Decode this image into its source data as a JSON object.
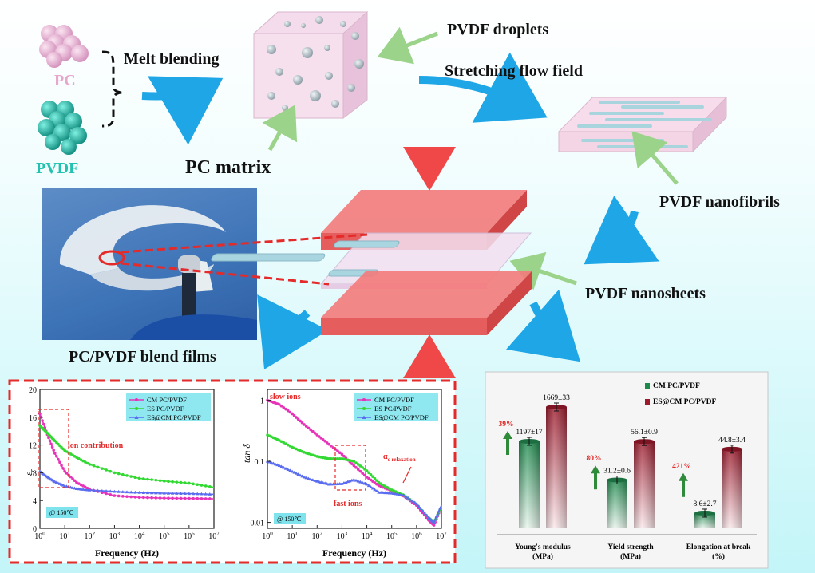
{
  "top": {
    "pc_label": "PC",
    "pvdf_label": "PVDF",
    "melt_blending": "Melt blending",
    "pvdf_droplets": "PVDF droplets",
    "stretching_flow_field": "Stretching flow field",
    "pc_matrix": "PC matrix",
    "pvdf_nanofibrils": "PVDF nanofibrils",
    "pvdf_nanosheets": "PVDF nanosheets",
    "blend_films": "PC/PVDF blend films"
  },
  "colors": {
    "pc_sphere": "#e3a4cc",
    "pvdf_sphere": "#1fb7a6",
    "arrow_blue": "#1fa6e6",
    "arrow_green": "#9cd38b",
    "arrow_red": "#f04848",
    "dashed_red": "#e52a2a",
    "cm": "#e733b9",
    "es": "#33d933",
    "escm": "#5a6cf0"
  },
  "chart_data": [
    {
      "type": "line",
      "xlabel": "Frequency (Hz)",
      "ylabel": "ε_r",
      "ylim": [
        0,
        20
      ],
      "xlog": true,
      "xlim": [
        1,
        10000000
      ],
      "xticks": [
        "10^0",
        "10^1",
        "10^2",
        "10^3",
        "10^4",
        "10^5",
        "10^6",
        "10^7"
      ],
      "yticks": [
        0,
        4,
        8,
        12,
        16,
        20
      ],
      "annotation": "ion contribution",
      "condition": "@ 150℃",
      "legend_position": "top-right",
      "series": [
        {
          "name": "CM PC/PVDF",
          "x": [
            1,
            2,
            4,
            10,
            30,
            100,
            1000,
            10000,
            100000,
            1000000,
            10000000
          ],
          "values": [
            16.5,
            13.5,
            10.8,
            8.2,
            6.6,
            5.6,
            4.7,
            4.45,
            4.35,
            4.3,
            4.25
          ]
        },
        {
          "name": "ES PC/PVDF",
          "x": [
            1,
            2,
            4,
            10,
            30,
            100,
            1000,
            10000,
            100000,
            1000000,
            10000000
          ],
          "values": [
            14.8,
            13.7,
            12.6,
            11.2,
            10.2,
            9.2,
            8.0,
            7.2,
            6.8,
            6.5,
            5.9
          ]
        },
        {
          "name": "ES@CM PC/PVDF",
          "x": [
            1,
            2,
            4,
            10,
            30,
            100,
            1000,
            10000,
            100000,
            1000000,
            10000000
          ],
          "values": [
            8.2,
            7.4,
            6.7,
            6.1,
            5.7,
            5.5,
            5.3,
            5.15,
            5.05,
            5.0,
            4.9
          ]
        }
      ]
    },
    {
      "type": "line",
      "xlabel": "Frequency (Hz)",
      "ylabel": "tan δ",
      "ylog": true,
      "ylim": [
        0.008,
        1.5
      ],
      "xlim": [
        1,
        10000000
      ],
      "xticks": [
        "10^0",
        "10^1",
        "10^2",
        "10^3",
        "10^4",
        "10^5",
        "10^6",
        "10^7"
      ],
      "yticks": [
        "0.01",
        "0.1",
        "1"
      ],
      "annotations": [
        "slow ions",
        "fast ions",
        "α_c relaxation"
      ],
      "condition": "@ 150℃",
      "legend_position": "top-right",
      "series": [
        {
          "name": "CM PC/PVDF",
          "x": [
            1,
            3,
            10,
            30,
            100,
            300,
            1000,
            3000,
            10000,
            30000,
            100000,
            300000,
            1000000,
            3000000,
            5000000,
            10000000
          ],
          "values": [
            1.0,
            0.85,
            0.6,
            0.4,
            0.27,
            0.19,
            0.13,
            0.085,
            0.055,
            0.04,
            0.033,
            0.027,
            0.019,
            0.011,
            0.009,
            0.018
          ]
        },
        {
          "name": "ES PC/PVDF",
          "x": [
            1,
            3,
            10,
            30,
            100,
            300,
            1000,
            3000,
            10000,
            30000,
            100000,
            300000,
            1000000,
            3000000,
            5000000,
            10000000
          ],
          "values": [
            0.27,
            0.22,
            0.17,
            0.14,
            0.12,
            0.11,
            0.11,
            0.1,
            0.07,
            0.045,
            0.034,
            0.028,
            0.02,
            0.012,
            0.01,
            0.018
          ]
        },
        {
          "name": "ES@CM PC/PVDF",
          "x": [
            1,
            3,
            10,
            30,
            100,
            300,
            1000,
            3000,
            10000,
            30000,
            100000,
            300000,
            1000000,
            3000000,
            5000000,
            10000000
          ],
          "values": [
            0.1,
            0.085,
            0.068,
            0.055,
            0.047,
            0.042,
            0.043,
            0.05,
            0.042,
            0.031,
            0.03,
            0.028,
            0.02,
            0.012,
            0.01,
            0.019
          ]
        }
      ]
    },
    {
      "type": "bar",
      "categories": [
        "Young's modulus\n(MPa)",
        "Yield strength\n(MPa)",
        "Elongation at break\n(%)"
      ],
      "series": [
        {
          "name": "CM PC/PVDF",
          "values": [
            1197,
            31.2,
            8.6
          ],
          "errors": [
            17,
            0.6,
            2.7
          ],
          "labels": [
            "1197±17",
            "31.2±0.6",
            "8.6±2.7"
          ]
        },
        {
          "name": "ES@CM PC/PVDF",
          "values": [
            1669,
            56.1,
            44.8
          ],
          "errors": [
            33,
            0.9,
            3.4
          ],
          "labels": [
            "1669±33",
            "56.1±0.9",
            "44.8±3.4"
          ]
        }
      ],
      "increase_labels": [
        "39%",
        "80%",
        "421%"
      ],
      "legend_position": "top"
    }
  ]
}
